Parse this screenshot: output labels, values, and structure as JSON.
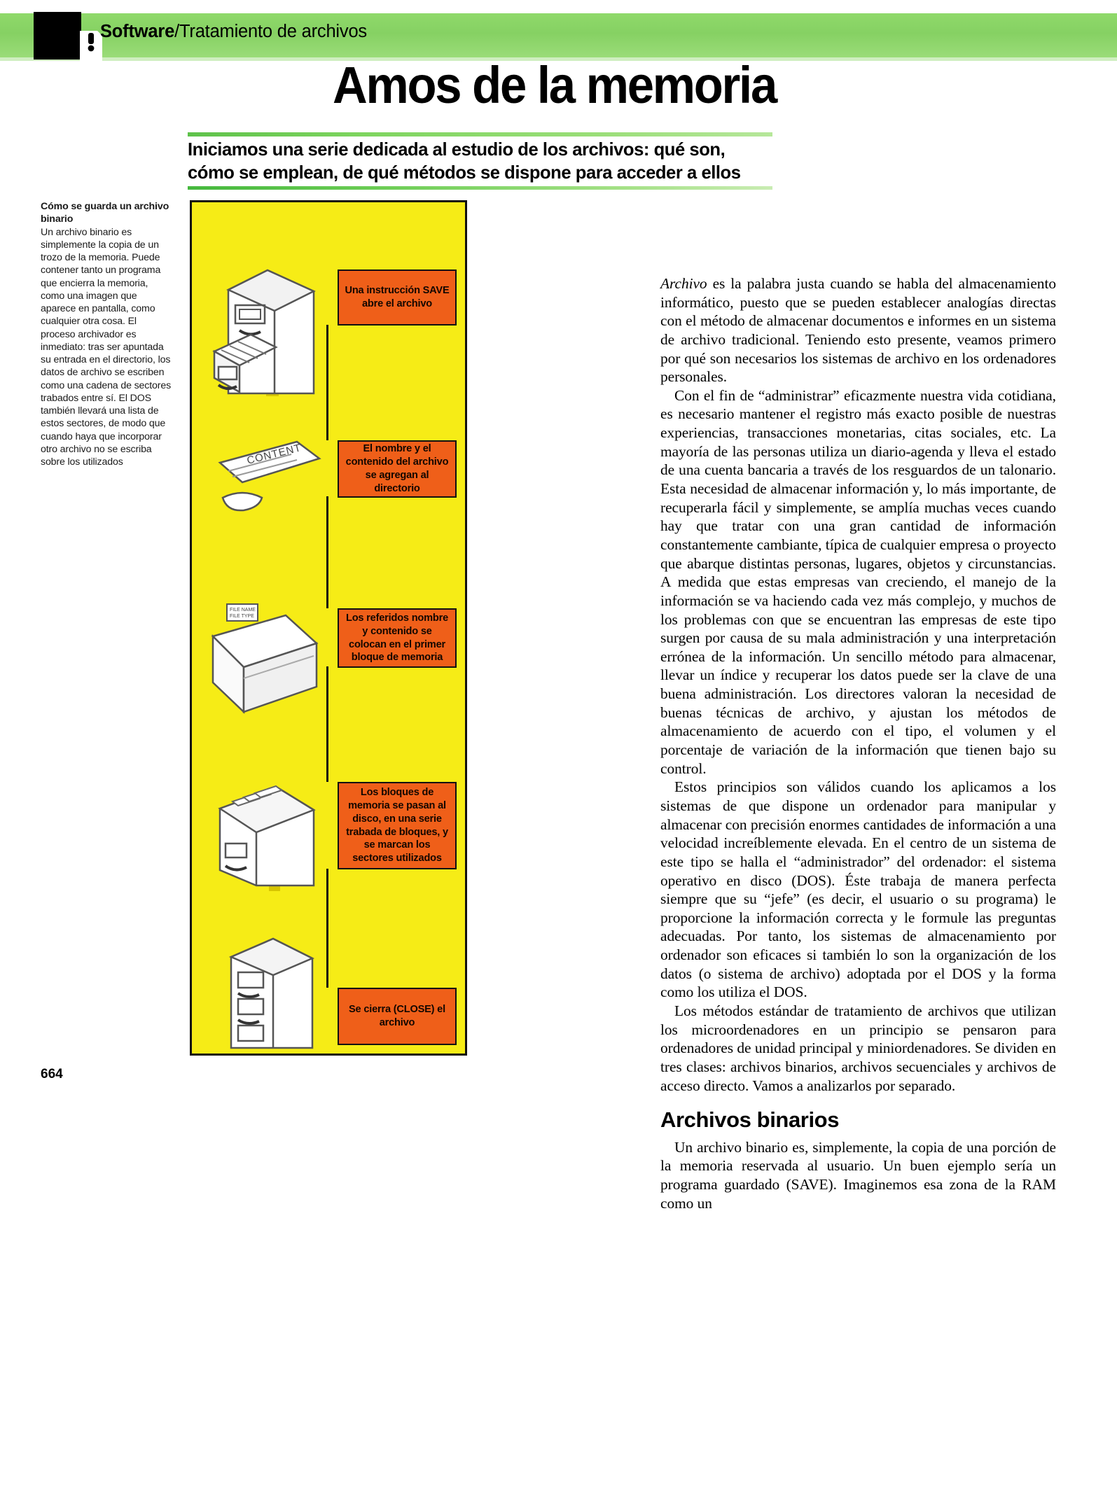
{
  "header": {
    "badge_icon": "floppy-disk-icon",
    "section_strong": "Software",
    "section_rest": "/Tratamiento de archivos",
    "band_color": "#8ad467",
    "badge_color": "#000000"
  },
  "title": {
    "text": "Amos de la memoria",
    "subtitle_line1": "Iniciamos una serie dedicada al estudio de los archivos: qué son,",
    "subtitle_line2": "cómo se emplean, de qué métodos se dispone para acceder a ellos",
    "rule_color": "#7ed55f"
  },
  "caption": {
    "title": "Cómo se guarda un archivo binario",
    "body": "Un archivo binario es simplemente la copia de un trozo de la memoria. Puede contener tanto un programa que encierra la memoria, como una imagen que aparece en pantalla, como cualquier otra cosa. El proceso archivador es inmediato: tras ser apuntada su entrada en el directorio, los datos de archivo se escriben como una cadena de sectores trabados entre sí. El DOS también llevará una lista de estos sectores, de modo que cuando haya que incorporar otro archivo no se escriba sobre los utilizados"
  },
  "diagram": {
    "background_color": "#f6ec16",
    "box_color": "#ef5f19",
    "border_color": "#111111",
    "steps": [
      {
        "label": "Una instrucción SAVE abre el archivo",
        "art": "filing-cabinet-open-drawer-icon"
      },
      {
        "label": "El nombre y el contenido del archivo se agregan al directorio",
        "art": "document-sheet-icon",
        "art_label": "CONTENT"
      },
      {
        "label": "Los referidos nombre y contenido se colocan en el primer bloque de memoria",
        "art": "file-folder-icon",
        "art_label": "FILE NAME\nFILE TYPE"
      },
      {
        "label": "Los bloques de memoria se pasan al disco, en una serie trabada de bloques, y se marcan los sectores utilizados",
        "art": "filing-drawer-files-icon"
      },
      {
        "label": "Se cierra (CLOSE) el archivo",
        "art": "filing-cabinet-closed-icon"
      }
    ]
  },
  "body": {
    "paragraphs": [
      "Archivo es la palabra justa cuando se habla del almacenamiento informático, puesto que se pueden establecer analogías directas con el método de almacenar documentos e informes en un sistema de archivo tradicional. Teniendo esto presente, veamos primero por qué son necesarios los sistemas de archivo en los ordenadores personales.",
      "Con el fin de “administrar” eficazmente nuestra vida cotidiana, es necesario mantener el registro más exacto posible de nuestras experiencias, transacciones monetarias, citas sociales, etc. La mayoría de las personas utiliza un diario-agenda y lleva el estado de una cuenta bancaria a través de los resguardos de un talonario. Esta necesidad de almacenar información y, lo más importante, de recuperarla fácil y simplemente, se amplía muchas veces cuando hay que tratar con una gran cantidad de información constantemente cambiante, típica de cualquier empresa o proyecto que abarque distintas personas, lugares, objetos y circunstancias. A medida que estas empresas van creciendo, el manejo de la información se va haciendo cada vez más complejo, y muchos de los problemas con que se encuentran las empresas de este tipo surgen por causa de su mala administración y una interpretación errónea de la información. Un sencillo método para almacenar, llevar un índice y recuperar los datos puede ser la clave de una buena administración. Los directores valoran la necesidad de buenas técnicas de archivo, y ajustan los métodos de almacenamiento de acuerdo con el tipo, el volumen y el porcentaje de variación de la información que tienen bajo su control.",
      "Estos principios son válidos cuando los aplicamos a los sistemas de que dispone un ordenador para manipular y almacenar con precisión enormes cantidades de información a una velocidad increíblemente elevada. En el centro de un sistema de este tipo se halla el “administrador” del ordenador: el sistema operativo en disco (DOS). Éste trabaja de manera perfecta siempre que su “jefe” (es decir, el usuario o su programa) le proporcione la información correcta y le formule las preguntas adecuadas. Por tanto, los sistemas de almacenamiento por ordenador son eficaces si también lo son la organización de los datos (o sistema de archivo) adoptada por el DOS y la forma como los utiliza el DOS.",
      "Los métodos estándar de tratamiento de archivos que utilizan los microordenadores en un principio se pensaron para ordenadores de unidad principal y miniordenadores. Se dividen en tres clases: archivos binarios, archivos secuenciales y archivos de acceso directo. Vamos a analizarlos por separado."
    ],
    "section_heading": "Archivos binarios",
    "final_paragraph": "Un archivo binario es, simplemente, la copia de una porción de la memoria reservada al usuario. Un buen ejemplo sería un programa guardado (SAVE). Imaginemos esa zona de la RAM como un"
  },
  "footer": {
    "page_number": "664"
  }
}
